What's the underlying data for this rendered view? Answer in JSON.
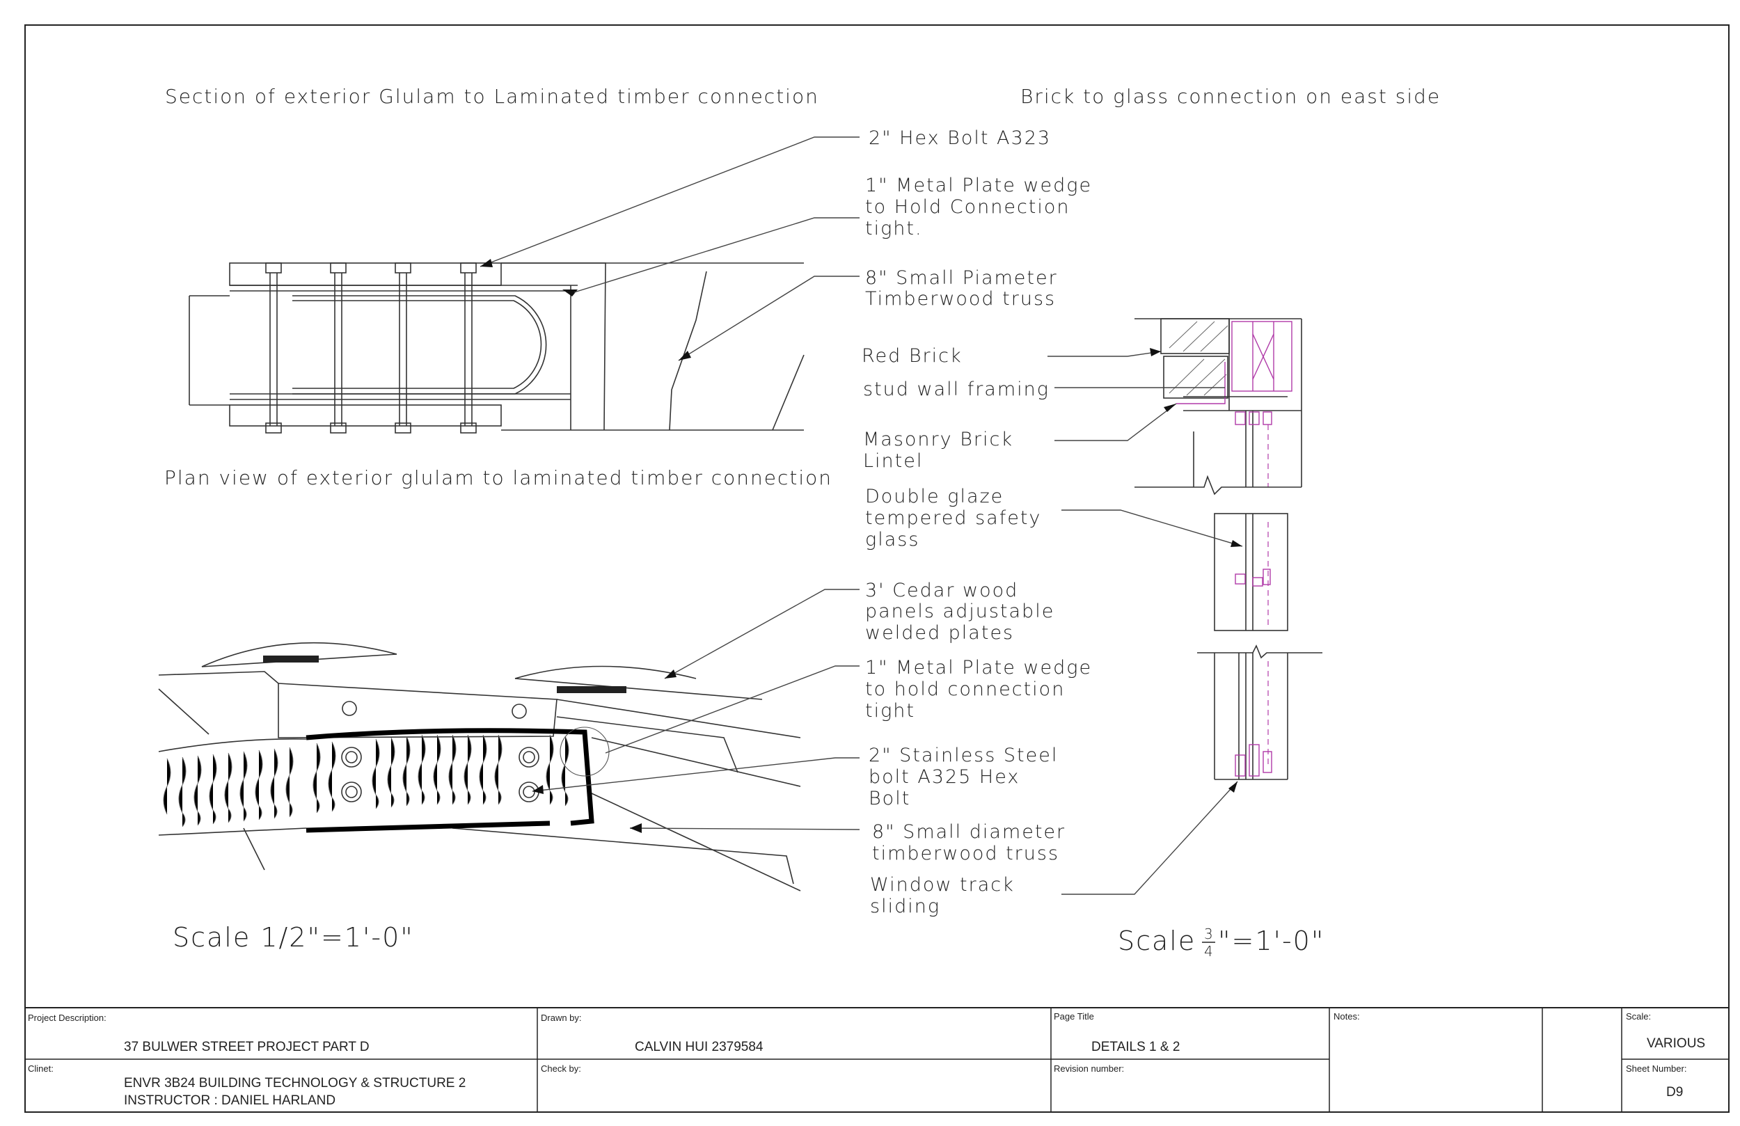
{
  "titles": {
    "section_title": "Section of exterior Glulam to Laminated timber connection",
    "plan_title": "Plan view of exterior glulam to laminated timber connection",
    "brick_title": "Brick to glass connection on east side"
  },
  "callouts_upper": [
    {
      "line1": "2\" Hex Bolt A323",
      "line2": "",
      "line3": ""
    },
    {
      "line1": "1\" Metal Plate wedge",
      "line2": "to Hold Connection",
      "line3": "tight."
    },
    {
      "line1": "8\" Small Piameter",
      "line2": "Timberwood truss",
      "line3": ""
    }
  ],
  "callouts_brick": [
    {
      "line1": "Red Brick",
      "line2": ""
    },
    {
      "line1": "stud wall framing",
      "line2": ""
    },
    {
      "line1": "Masonry Brick",
      "line2": "Lintel"
    }
  ],
  "callout_glass": {
    "line1": "Double glaze",
    "line2": "tempered safety",
    "line3": "glass"
  },
  "callouts_lower": [
    {
      "line1": "3' Cedar wood",
      "line2": "panels adjustable",
      "line3": "welded plates"
    },
    {
      "line1": "1\" Metal Plate wedge",
      "line2": "to hold connection",
      "line3": "tight"
    },
    {
      "line1": "2\" Stainless Steel",
      "line2": "bolt A325 Hex",
      "line3": "Bolt"
    },
    {
      "line1": "8\" Small diameter",
      "line2": "timberwood truss",
      "line3": ""
    },
    {
      "line1": "Window track",
      "line2": "sliding",
      "line3": ""
    }
  ],
  "scales": {
    "left": "Scale 1/2\"=1'-0\"",
    "right_prefix": "Scale ",
    "right_num": "3",
    "right_den": "4",
    "right_suffix": "\"=1'-0\""
  },
  "title_block": {
    "project_desc_label": "Project Description:",
    "project_desc": "37 BULWER STREET PROJECT PART D",
    "client_label": "Clinet:",
    "client_line1": "ENVR 3B24 BUILDING TECHNOLOGY & STRUCTURE  2",
    "client_line2": "INSTRUCTOR : DANIEL HARLAND",
    "drawn_by_label": "Drawn by:",
    "drawn_by": "CALVIN HUI  2379584",
    "check_by_label": "Check by:",
    "page_title_label": "Page Title",
    "page_title": "DETAILS 1 & 2",
    "revision_label": "Revision number:",
    "notes_label": "Notes:",
    "scale_label": "Scale:",
    "scale_value": "VARIOUS",
    "sheet_label": "Sheet Number:",
    "sheet_value": "D9"
  }
}
